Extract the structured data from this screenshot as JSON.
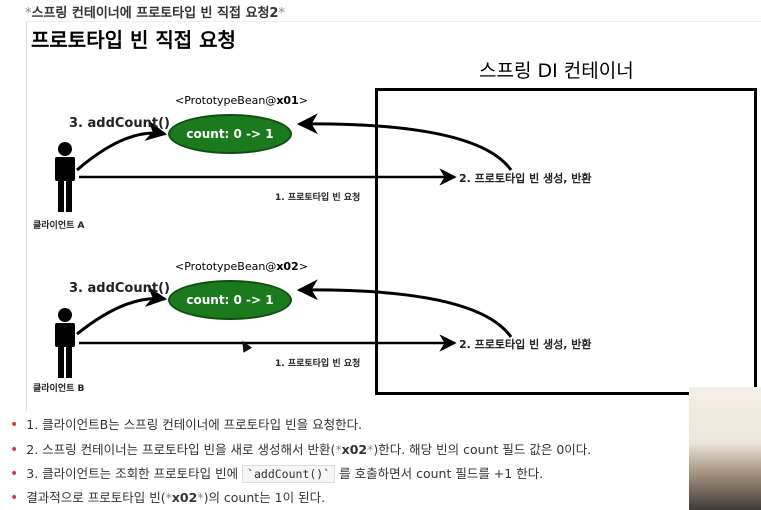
{
  "caption": {
    "prefix_star": "*",
    "text": "스프링 컨테이너에 프로토타입 빈 직접 요청2",
    "suffix_star": "*"
  },
  "diagram": {
    "title": "프로토타입 빈 직접 요청",
    "container_title": "스프링 DI 컨테이너",
    "flows": [
      {
        "bean_label_prefix": "<PrototypeBean@",
        "bean_label_id": "x01",
        "bean_label_suffix": ">",
        "bean_text": "count: 0 -> 1",
        "add_count": "3. addCount()",
        "create_return": "2. 프로토타입 빈 생성, 반환",
        "request": "1. 프로토타입 빈 요청",
        "client": "클라이언트 A"
      },
      {
        "bean_label_prefix": "<PrototypeBean@",
        "bean_label_id": "x02",
        "bean_label_suffix": ">",
        "bean_text": "count: 0 -> 1",
        "add_count": "3. addCount()",
        "create_return": "2. 프로토타입 빈 생성, 반환",
        "request": "1. 프로토타입 빈 요청",
        "client": "클라이언트 B"
      }
    ],
    "colors": {
      "bean_fill": "#1b7a1d",
      "bullet_dot": "#d23b3b"
    }
  },
  "bullets": [
    {
      "text": "1. 클라이언트B는 스프링 컨테이너에 프로토타입 빈을 요청한다."
    },
    {
      "part1": "2. 스프링 컨테이너는 프로토타입 빈을 새로 생성해서 반환(",
      "star1": "*",
      "em": "x02",
      "star2": "*",
      "part2": ")한다. 해당 빈의 count 필드 값은 0이다."
    },
    {
      "part1": "3. 클라이언트는 조회한 프로토타입 빈에 ",
      "code": "`addCount()`",
      "part2": " 를 호출하면서 count 필드를 +1 한다."
    },
    {
      "part1": "결과적으로 프로토타입 빈(",
      "star1": "*",
      "em": "x02",
      "star2": "*",
      "part2": ")의 count는 1이 된다."
    }
  ]
}
